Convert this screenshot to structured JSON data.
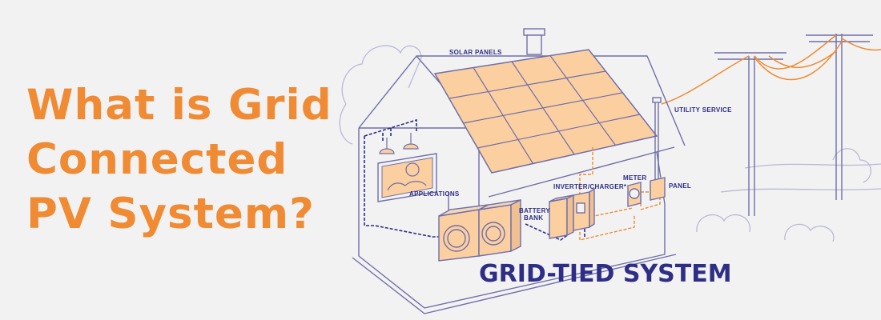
{
  "headline": [
    "What is Grid",
    "Connected",
    "PV System?"
  ],
  "labels": {
    "solar_panels": "SOLAR PANELS",
    "utility_service": "UTILITY SERVICE",
    "applications": "APPLICATIONS",
    "inverter": "INVERTER/CHARGER*",
    "meter": "METER",
    "panel": "PANEL",
    "battery_1": "BATTERY",
    "battery_2": "BANK"
  },
  "diagram_title": "GRID-TIED SYSTEM",
  "colors": {
    "accent": "#f08a33",
    "navy": "#2e2e86",
    "outline": "#6f6faa",
    "panel_fill": "#fbcfa0",
    "background": "#f2f2f2"
  }
}
